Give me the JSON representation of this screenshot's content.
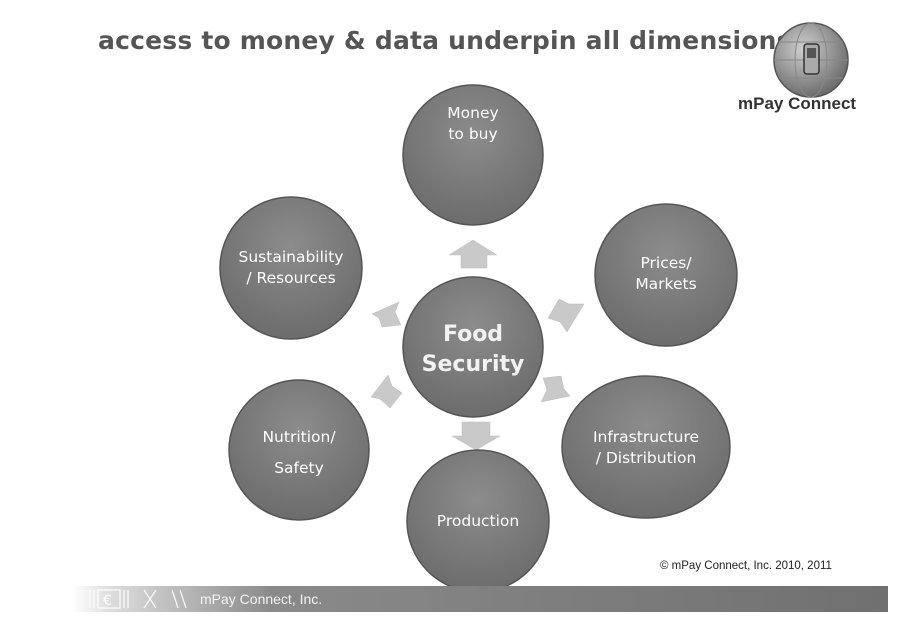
{
  "slide": {
    "title": "access to money & data underpin all dimensions",
    "brand": "mPay Connect",
    "copyright": "© mPay Connect, Inc. 2010, 2011",
    "footer_text": "mPay Connect, Inc."
  },
  "center": {
    "line1": "Food",
    "line2": "Security"
  },
  "nodes": [
    {
      "line1": "Money",
      "line2": "to buy"
    },
    {
      "line1": "Prices/",
      "line2": "Markets"
    },
    {
      "line1": "Infrastructure",
      "line2": "/ Distribution"
    },
    {
      "line1": "Production",
      "line2": ""
    },
    {
      "line1": "Nutrition/",
      "line2": "Safety"
    },
    {
      "line1": "Sustainability",
      "line2": "/ Resources"
    }
  ],
  "colors": {
    "node": "#7a7a7a",
    "arrow": "#c9c9c9",
    "footer": "#707070"
  }
}
